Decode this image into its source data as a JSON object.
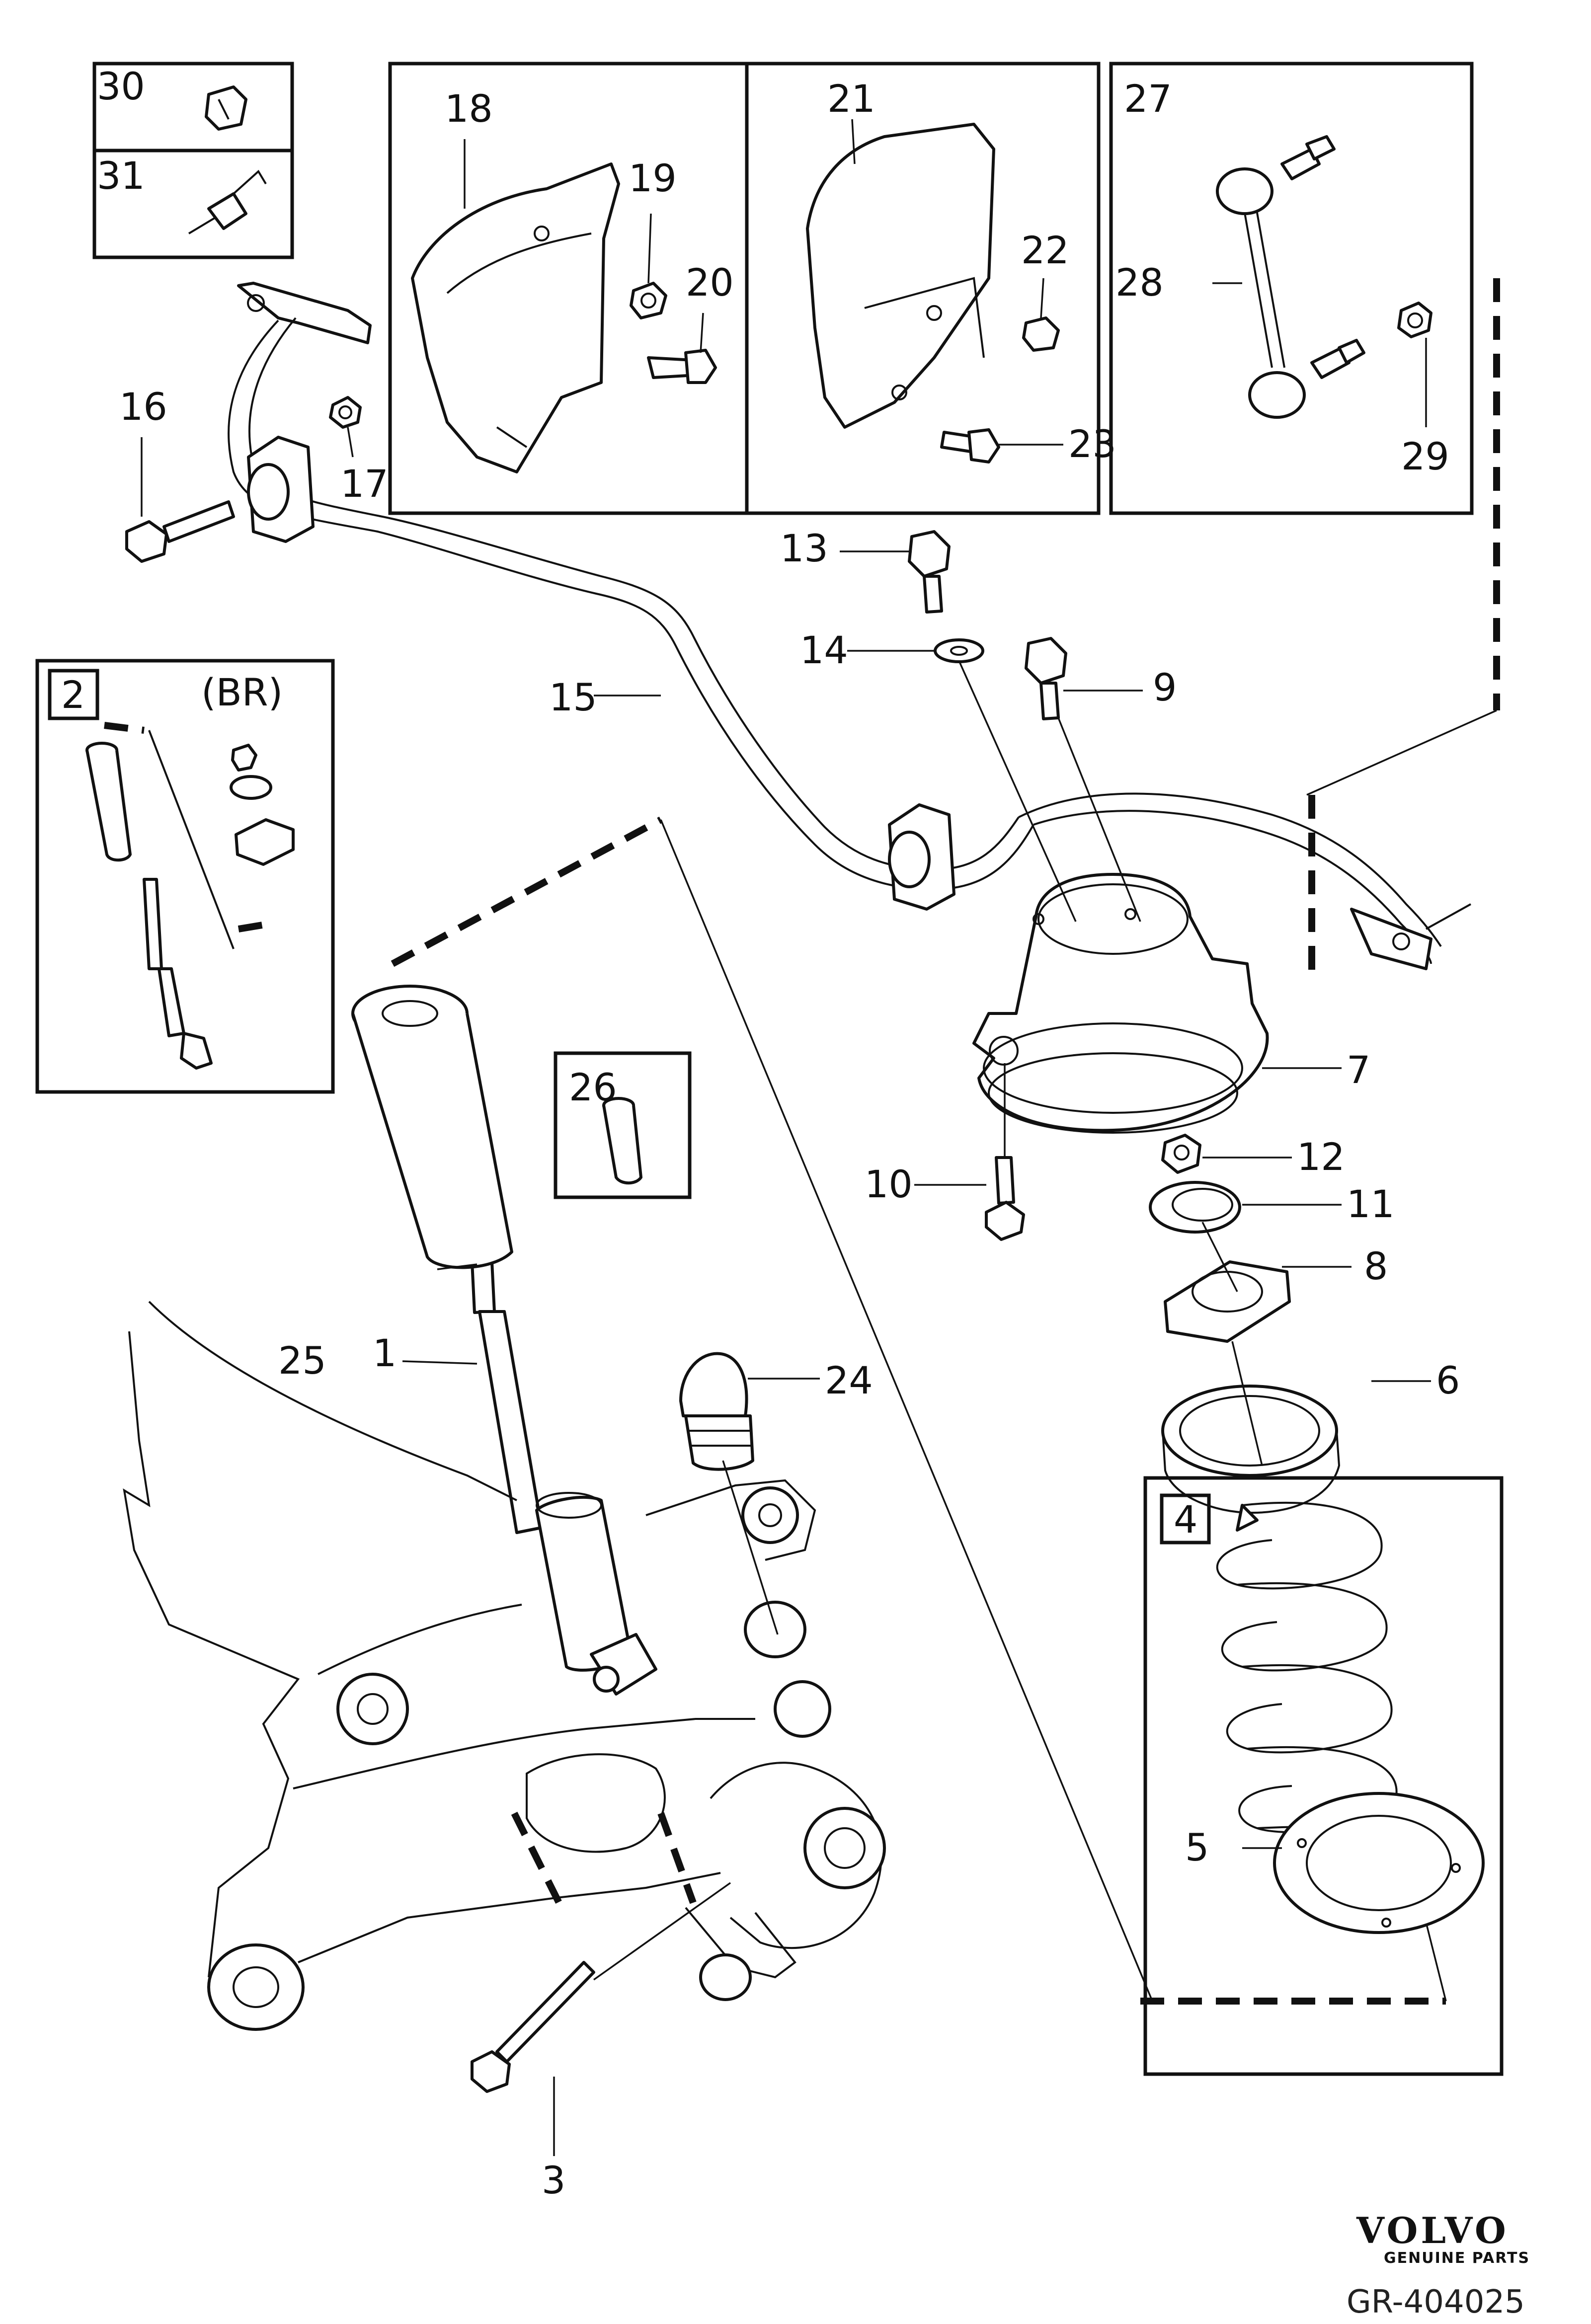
{
  "callouts": {
    "c1": "1",
    "c2": "2",
    "c3": "3",
    "c4": "4",
    "c5": "5",
    "c6": "6",
    "c7": "7",
    "c8": "8",
    "c9": "9",
    "c10": "10",
    "c11": "11",
    "c12": "12",
    "c13": "13",
    "c14": "14",
    "c15": "15",
    "c16": "16",
    "c17": "17",
    "c18": "18",
    "c19": "19",
    "c20": "20",
    "c21": "21",
    "c22": "22",
    "c23": "23",
    "c24": "24",
    "c25": "25",
    "c26": "26",
    "c27": "27",
    "c28": "28",
    "c29": "29",
    "c30": "30",
    "c31": "31"
  },
  "inset_variant_label": "(BR)",
  "branding": {
    "logo_text": "VOLVO",
    "logo_subtext": "GENUINE PARTS",
    "reference_code": "GR-404025"
  }
}
